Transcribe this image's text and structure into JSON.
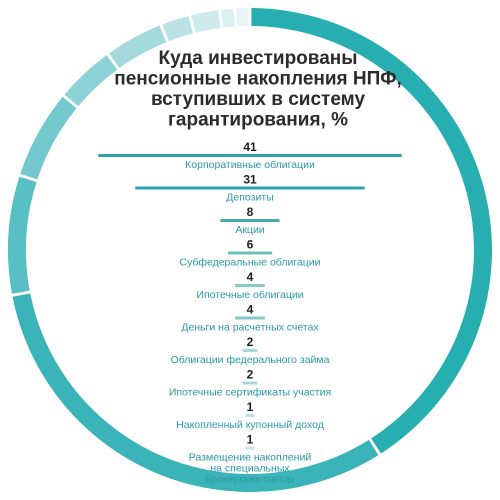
{
  "chart_data": {
    "type": "bar",
    "title": "Куда инвестированы пенсионные накопления НПФ, вступивших в систему гарантирования, %",
    "title_lines": [
      "Куда инвестированы",
      "пенсионные накопления НПФ,",
      "вступивших в систему",
      "гарантирования, %"
    ],
    "categories": [
      [
        "Корпоративные облигации"
      ],
      [
        "Депозиты"
      ],
      [
        "Акции"
      ],
      [
        "Субфедеральные облигации"
      ],
      [
        "Ипотечные облигации"
      ],
      [
        "Деньги на расчетных счетах"
      ],
      [
        "Облигации федерального займа"
      ],
      [
        "Ипотечные сертификаты участия"
      ],
      [
        "Накопленный купонный доход"
      ],
      [
        "Размещение накоплений",
        "на специальных",
        "брокерских счетах"
      ]
    ],
    "values": [
      41,
      31,
      8,
      6,
      4,
      4,
      2,
      2,
      1,
      1
    ],
    "value_labels": [
      "41",
      "31",
      "8",
      "6",
      "4",
      "4",
      "2",
      "2",
      "1",
      "1"
    ],
    "orientation": "horizontal-centered",
    "grid": false,
    "legend": "none",
    "ring_segments": [
      41,
      31,
      8,
      6,
      4,
      4,
      2,
      2,
      1,
      1
    ],
    "colors": {
      "ring_segments": [
        "#27aeb1",
        "#3ab4b8",
        "#58bfc4",
        "#73c8cd",
        "#8dd2d6",
        "#a5dadd",
        "#bbe3e6",
        "#cdebed",
        "#dbf0f2",
        "#e8f5f6"
      ],
      "bars": [
        "#2ca3ab",
        "#2ca3ab",
        "#48adb3",
        "#6cbec3",
        "#86c9cd",
        "#86c9cd",
        "#a7d8db",
        "#a7d8db",
        "#c3e4e6",
        "#c3e4e6"
      ],
      "label": "#2a9aa3",
      "title": "#2b2b2b",
      "value": "#1f1f1f"
    }
  }
}
